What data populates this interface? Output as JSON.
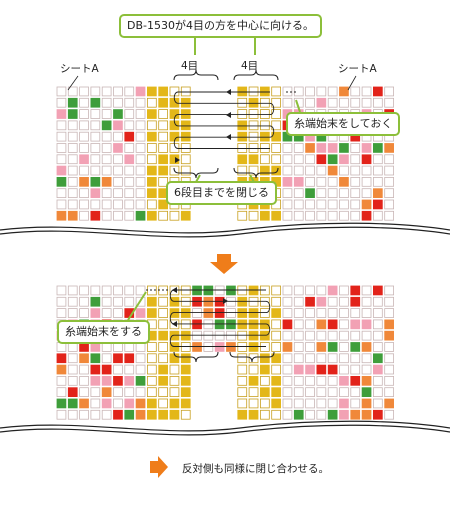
{
  "panel1": {
    "top_callout": "DB-1530が4目の方を中心に向ける。",
    "sheet_left": "シートA",
    "sheet_right": "シートA",
    "group_left": "4目",
    "group_right": "4目",
    "callout_right": "糸端始末をしておく",
    "callout_bottom": "6段目までを閉じる"
  },
  "panel2": {
    "callout_left": "糸端始末をする"
  },
  "footer": {
    "note": "反対側も同様に閉じ合わせる。"
  },
  "colors": {
    "callout_border": "#8cbf3a",
    "orange_arrow": "#ef7d1a",
    "red": "#e2231a",
    "green": "#3f9e3b",
    "yellow": "#e3b719",
    "pink": "#f2a1b4",
    "orange": "#f0883a",
    "grid_line": "#c9b6b6"
  }
}
